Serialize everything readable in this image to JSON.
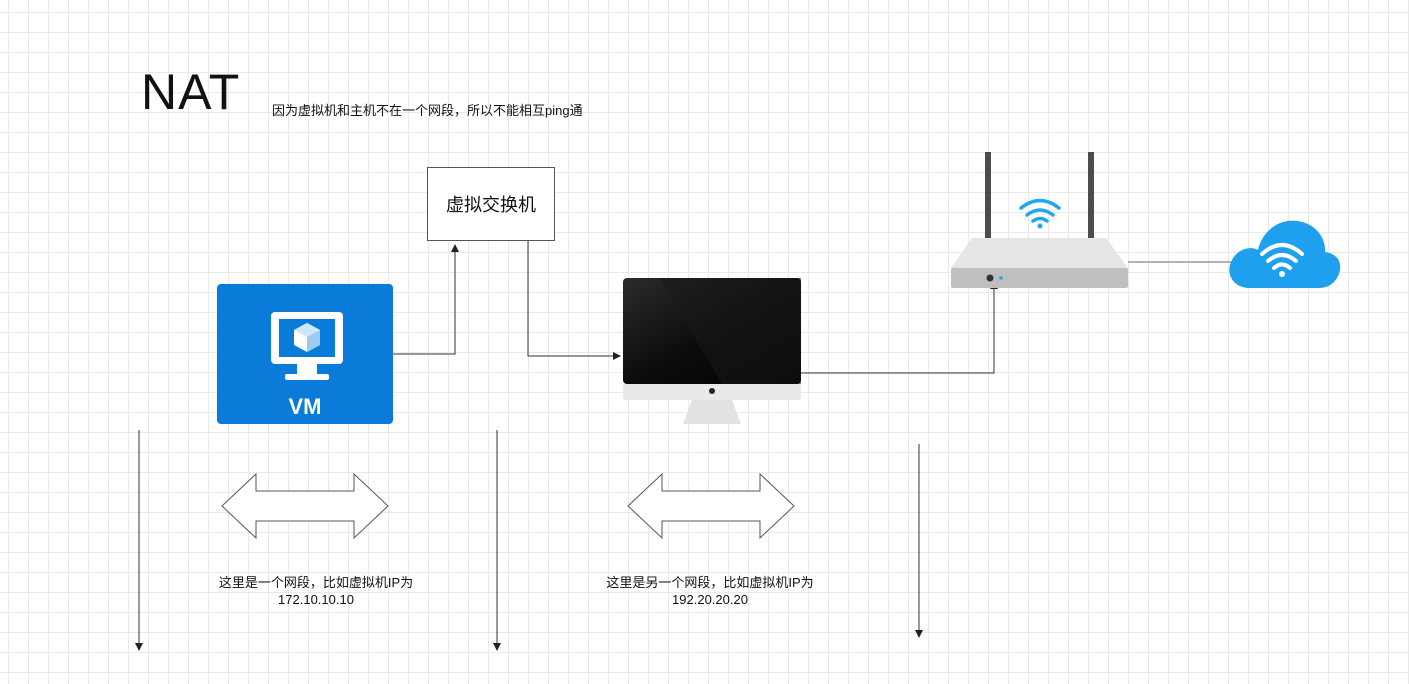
{
  "title": "NAT",
  "note": "因为虚拟机和主机不在一个网段，所以不能相互ping通",
  "switch_label": "虚拟交换机",
  "vm_label": "VM",
  "segments": [
    {
      "line1": "这里是一个网段，比如虚拟机IP为",
      "line2": "172.10.10.10"
    },
    {
      "line1": "这里是另一个网段，比如虚拟机IP为",
      "line2": "192.20.20.20"
    }
  ],
  "colors": {
    "vm_blue": "#0a7bd8",
    "wifi_blue": "#1fa8f0",
    "cloud_blue": "#1ea0ee",
    "router_body": "#c9c9c9",
    "monitor_black": "#111111"
  },
  "icons": [
    "vm-monitor-icon",
    "imac-icon",
    "router-icon",
    "wifi-icon",
    "cloud-wifi-icon",
    "double-arrow-icon"
  ]
}
